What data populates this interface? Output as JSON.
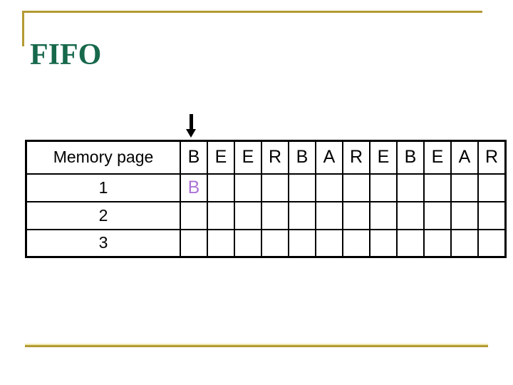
{
  "slide": {
    "title": "FIFO"
  },
  "table": {
    "header_label": "Memory page",
    "reference_string": [
      "B",
      "E",
      "E",
      "R",
      "B",
      "A",
      "R",
      "E",
      "B",
      "E",
      "A",
      "R"
    ],
    "rows": [
      {
        "label": "1",
        "cells": [
          "B",
          "",
          "",
          "",
          "",
          "",
          "",
          "",
          "",
          "",
          "",
          ""
        ]
      },
      {
        "label": "2",
        "cells": [
          "",
          "",
          "",
          "",
          "",
          "",
          "",
          "",
          "",
          "",
          "",
          ""
        ]
      },
      {
        "label": "3",
        "cells": [
          "",
          "",
          "",
          "",
          "",
          "",
          "",
          "",
          "",
          "",
          "",
          ""
        ]
      }
    ],
    "highlighted_cells": [
      {
        "row": 0,
        "col": 0,
        "color": "#AC74D6"
      }
    ]
  },
  "arrow": {
    "points_to_reference_index": 0
  },
  "colors": {
    "title_green": "#17684B",
    "gold": "#B49A33",
    "gold_light": "#EFE8B0",
    "highlight_purple": "#AC74D6",
    "table_border": "#000000"
  }
}
